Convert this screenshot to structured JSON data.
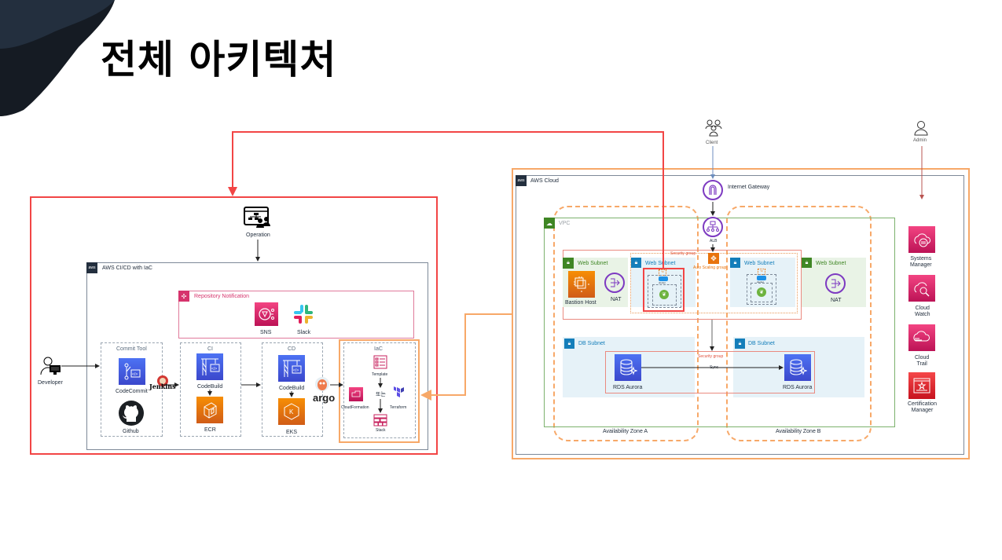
{
  "page": {
    "title": "전체 아키텍처"
  },
  "colors": {
    "red_line": "#f24545",
    "orange_line": "#f7a868",
    "aws_dark": "#232f3e",
    "pink": "#d6336c",
    "purple_icon": "#3b48cc",
    "orange_icon": "#e8730c",
    "green_vpc": "#3f8624",
    "blue_subnet": "#147eba",
    "subnet_green_bg": "#e9f3e6",
    "subnet_blue_bg": "#e6f2f8"
  },
  "cicd": {
    "operation_label": "Operation",
    "container_title": "AWS CI/CD with IaC",
    "notification": {
      "title": "Repository Notification",
      "sns": "SNS",
      "slack": "Slack"
    },
    "developer_label": "Developer",
    "commit_tool": {
      "title": "Commit Tool",
      "codecommit": "CodeCommit",
      "github": "Github"
    },
    "jenkins_label": "Jenkins",
    "ci": {
      "title": "CI",
      "codebuild": "CodeBuild",
      "ecr": "ECR"
    },
    "cd": {
      "title": "CD",
      "codebuild": "CodeBuild",
      "eks": "EKS"
    },
    "argo_label": "argo",
    "iac": {
      "title": "IaC",
      "template": "Template",
      "or_label": "또는",
      "cloudformation": "CloudFormation",
      "terraform": "Terraform",
      "stack": "Stack"
    }
  },
  "cloud": {
    "client_label": "Client",
    "admin_label": "Admin",
    "container_title": "AWS Cloud",
    "igw_label": "Internet Gateway",
    "vpc_label": "VPC",
    "alb_label": "ALB",
    "security_group_label": "Security group",
    "asg_label": "Auto Scaling group",
    "web_subnet_label": "Web Subnet",
    "db_subnet_label": "DB Subnet",
    "bastion_label": "Bastion Host",
    "nat_label": "NAT",
    "t2_label": "T2",
    "docker_label": "docker",
    "rds_label": "RDS Aurora",
    "sync_label": "Sync",
    "az_a_label": "Availability Zone A",
    "az_b_label": "Availability Zone B",
    "services": [
      {
        "name": "Systems Manager",
        "line1": "Systems",
        "line2": "Manager"
      },
      {
        "name": "Cloud Watch",
        "line1": "Cloud",
        "line2": "Watch"
      },
      {
        "name": "Cloud Trail",
        "line1": "Cloud",
        "line2": "Trail"
      },
      {
        "name": "Certification Manager",
        "line1": "Certification",
        "line2": "Manager"
      }
    ]
  }
}
